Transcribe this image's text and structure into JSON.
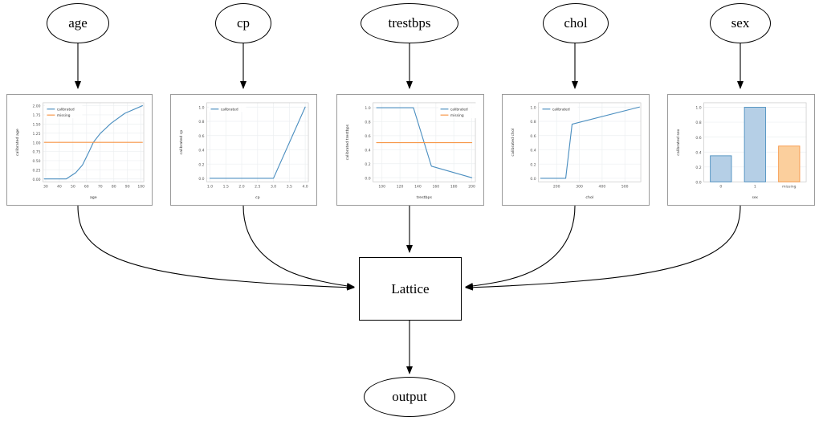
{
  "diagram": {
    "type": "graphviz-flow",
    "title": "",
    "inputs": [
      {
        "id": "age",
        "label": "age"
      },
      {
        "id": "cp",
        "label": "cp"
      },
      {
        "id": "trestbps",
        "label": "trestbps"
      },
      {
        "id": "chol",
        "label": "chol"
      },
      {
        "id": "sex",
        "label": "sex"
      }
    ],
    "model_node": {
      "label": "Lattice"
    },
    "output_node": {
      "label": "output"
    }
  },
  "colors": {
    "calibrated": "#4c8fc0",
    "missing": "#f79646",
    "bar_blue_fill": "#b5cfe6",
    "bar_blue_edge": "#4c8fc0",
    "bar_orange_fill": "#fbcf9d",
    "bar_orange_edge": "#f79646",
    "panel_border": "#9a9a9a",
    "node_stroke": "#000000",
    "grid": "#eceff1"
  },
  "chart_data": [
    {
      "id": "age",
      "type": "line",
      "title": "",
      "xlabel": "age",
      "ylabel": "calibrated age",
      "xlim": [
        28,
        102
      ],
      "ylim": [
        -0.08,
        2.08
      ],
      "xticks": [
        30,
        40,
        50,
        60,
        70,
        80,
        90,
        100
      ],
      "yticks": [
        0.0,
        0.25,
        0.5,
        0.75,
        1.0,
        1.25,
        1.5,
        1.75,
        2.0
      ],
      "ytick_labels": [
        "0.00",
        "0.25",
        "0.50",
        "0.75",
        "1.00",
        "1.25",
        "1.50",
        "1.75",
        "2.00"
      ],
      "xtick_labels": [
        "30",
        "40",
        "50",
        "60",
        "70",
        "80",
        "90",
        "100"
      ],
      "grid": true,
      "legend": [
        "calibrated",
        "missing"
      ],
      "legend_position": "upper left",
      "series": [
        {
          "name": "calibrated",
          "color": "#4c8fc0",
          "x": [
            29,
            45,
            52,
            57,
            62,
            65,
            70,
            78,
            88,
            101
          ],
          "y": [
            0.0,
            0.0,
            0.17,
            0.38,
            0.76,
            1.0,
            1.24,
            1.52,
            1.79,
            2.0
          ]
        },
        {
          "name": "missing",
          "color": "#f79646",
          "x": [
            29,
            101
          ],
          "y": [
            1.0,
            1.0
          ]
        }
      ]
    },
    {
      "id": "cp",
      "type": "line",
      "title": "",
      "xlabel": "cp",
      "ylabel": "calibrated cp",
      "xlim": [
        0.9,
        4.1
      ],
      "ylim": [
        -0.05,
        1.06
      ],
      "xticks": [
        1.0,
        1.5,
        2.0,
        2.5,
        3.0,
        3.5,
        4.0
      ],
      "yticks": [
        0.0,
        0.2,
        0.4,
        0.6,
        0.8,
        1.0
      ],
      "xtick_labels": [
        "1.0",
        "1.5",
        "2.0",
        "2.5",
        "3.0",
        "3.5",
        "4.0"
      ],
      "ytick_labels": [
        "0.0",
        "0.2",
        "0.4",
        "0.6",
        "0.8",
        "1.0"
      ],
      "grid": true,
      "legend": [
        "calibrated"
      ],
      "legend_position": "upper left",
      "series": [
        {
          "name": "calibrated",
          "color": "#4c8fc0",
          "x": [
            1.0,
            3.0,
            4.0
          ],
          "y": [
            0.0,
            0.0,
            1.0
          ]
        }
      ]
    },
    {
      "id": "trestbps",
      "type": "line",
      "title": "",
      "xlabel": "trestbps",
      "ylabel": "calibrated trestbps",
      "xlim": [
        90,
        204
      ],
      "ylim": [
        -0.06,
        1.07
      ],
      "xticks": [
        100,
        120,
        140,
        160,
        180,
        200
      ],
      "yticks": [
        0.0,
        0.2,
        0.4,
        0.6,
        0.8,
        1.0
      ],
      "xtick_labels": [
        "100",
        "120",
        "140",
        "160",
        "180",
        "200"
      ],
      "ytick_labels": [
        "0.0",
        "0.2",
        "0.4",
        "0.6",
        "0.8",
        "1.0"
      ],
      "grid": true,
      "legend": [
        "calibrated",
        "missing"
      ],
      "legend_position": "upper right",
      "series": [
        {
          "name": "calibrated",
          "color": "#4c8fc0",
          "x": [
            94,
            135,
            155,
            200
          ],
          "y": [
            1.0,
            1.0,
            0.165,
            0.0
          ]
        },
        {
          "name": "missing",
          "color": "#f79646",
          "x": [
            94,
            200
          ],
          "y": [
            0.5,
            0.5
          ]
        }
      ]
    },
    {
      "id": "chol",
      "type": "line",
      "title": "",
      "xlabel": "chol",
      "ylabel": "calibrated chol",
      "xlim": [
        120,
        570
      ],
      "ylim": [
        -0.05,
        1.06
      ],
      "xticks": [
        200,
        300,
        400,
        500
      ],
      "yticks": [
        0.0,
        0.2,
        0.4,
        0.6,
        0.8,
        1.0
      ],
      "xtick_labels": [
        "200",
        "300",
        "400",
        "500"
      ],
      "ytick_labels": [
        "0.0",
        "0.2",
        "0.4",
        "0.6",
        "0.8",
        "1.0"
      ],
      "grid": true,
      "legend": [
        "calibrated"
      ],
      "legend_position": "upper left",
      "series": [
        {
          "name": "calibrated",
          "color": "#4c8fc0",
          "x": [
            130,
            240,
            268,
            564
          ],
          "y": [
            0.0,
            0.0,
            0.76,
            1.0
          ]
        }
      ]
    },
    {
      "id": "sex",
      "type": "bar",
      "title": "",
      "xlabel": "sex",
      "ylabel": "calibrated sex",
      "categories": [
        "0",
        "1",
        "missing"
      ],
      "values": [
        0.35,
        1.0,
        0.48
      ],
      "bar_colors": [
        "#b5cfe6",
        "#b5cfe6",
        "#fbcf9d"
      ],
      "bar_edge_colors": [
        "#4c8fc0",
        "#4c8fc0",
        "#f79646"
      ],
      "ylim": [
        0.0,
        1.06
      ],
      "yticks": [
        0.0,
        0.2,
        0.4,
        0.6,
        0.8,
        1.0
      ],
      "ytick_labels": [
        "0.0",
        "0.2",
        "0.4",
        "0.6",
        "0.8",
        "1.0"
      ],
      "grid": true,
      "legend": [],
      "legend_position": "none"
    }
  ]
}
